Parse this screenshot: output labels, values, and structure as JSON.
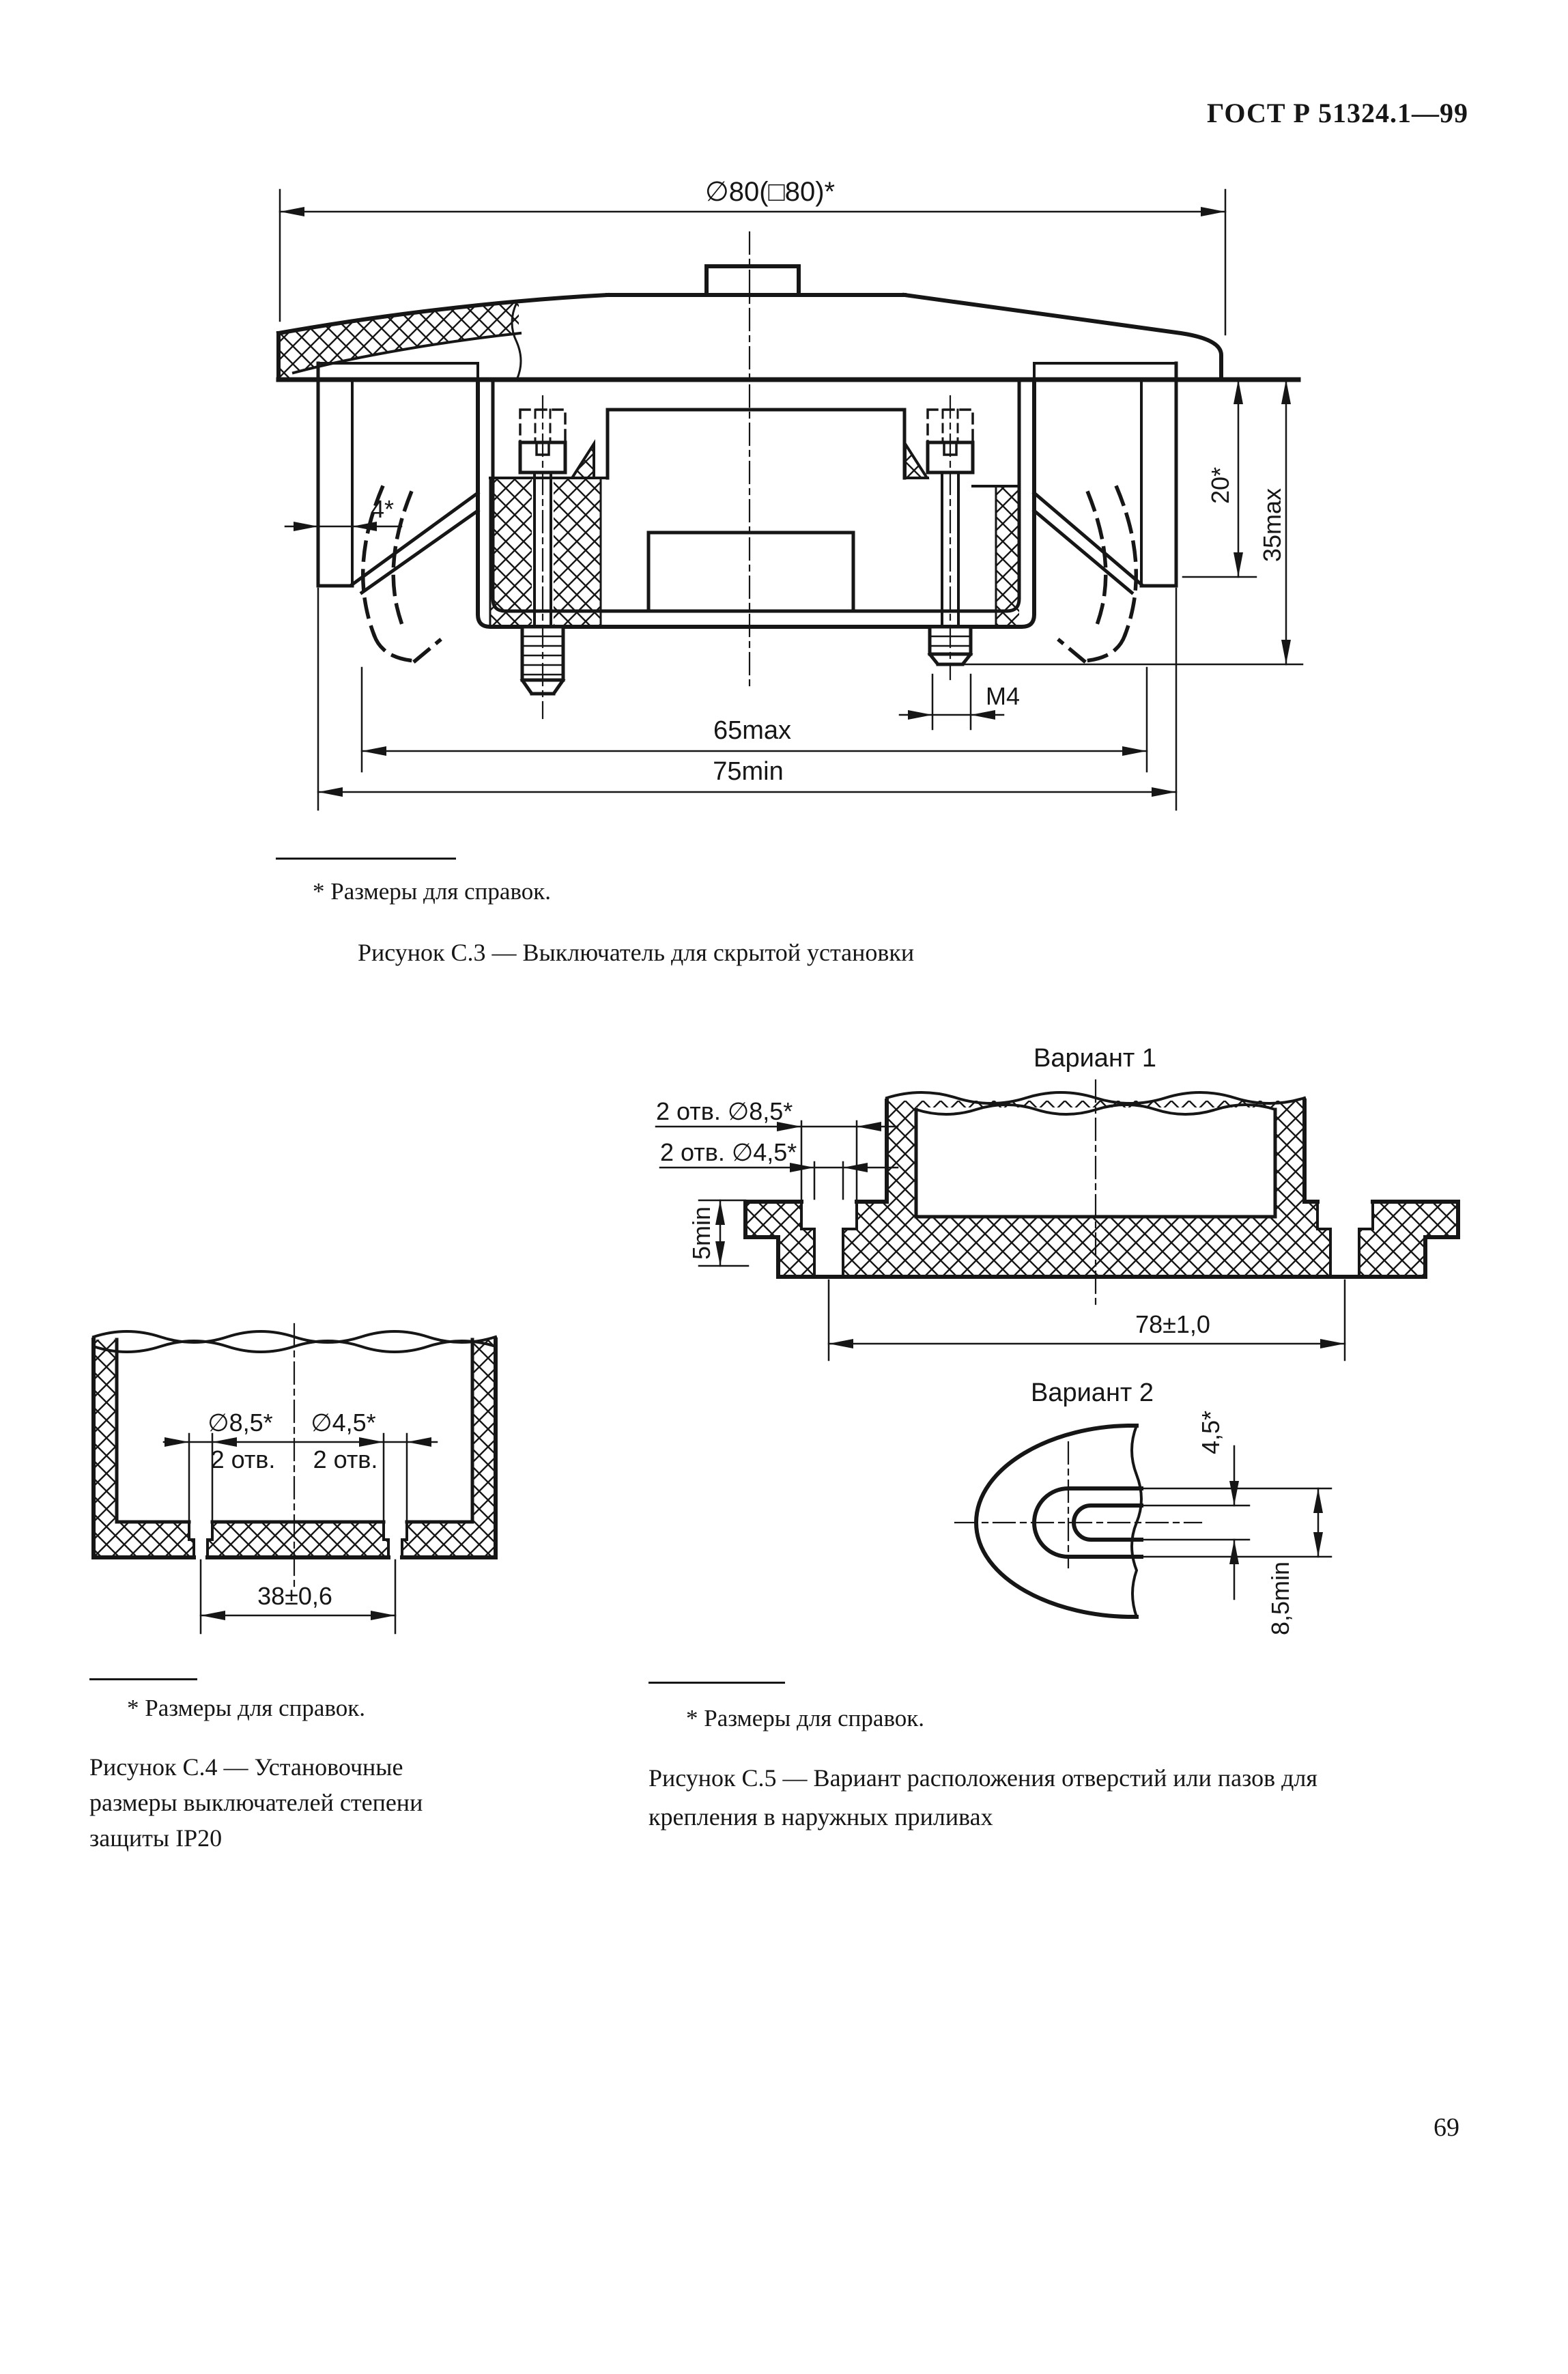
{
  "page": {
    "header": "ГОСТ Р 51324.1—99",
    "page_number": "69"
  },
  "figure_c3": {
    "footnote": "* Размеры для справок.",
    "caption": "Рисунок С.3 — Выключатель для скрытой установки",
    "dims": {
      "top_width": "∅80(□80)*",
      "flange": "4*",
      "depth_box": "20*",
      "depth_total": "35max",
      "thread": "M4",
      "span_claws": "65max",
      "span_plate": "75min"
    }
  },
  "figure_c4": {
    "footnote": "* Размеры для справок.",
    "caption_lines": [
      "Рисунок С.4 — Установочные",
      "размеры выключателей степени",
      "защиты IP20"
    ],
    "dims": {
      "counterbore": "∅8,5*",
      "hole": "∅4,5*",
      "holes_count_left": "2 отв.",
      "holes_count_right": "2 отв.",
      "spacing": "38±0,6"
    }
  },
  "figure_c5": {
    "footnote": "* Размеры для справок.",
    "caption_lines": [
      "Рисунок С.5 — Вариант расположения отверстий или пазов для",
      "крепления в наружных приливах"
    ],
    "variant1": {
      "title": "Вариант 1",
      "dims": {
        "counterbore": "2 отв. ∅8,5*",
        "hole": "2 отв. ∅4,5*",
        "thickness": "5min",
        "spacing": "78±1,0"
      }
    },
    "variant2": {
      "title": "Вариант 2",
      "dims": {
        "slot": "4,5*",
        "slot_outer": "8,5min"
      }
    }
  }
}
